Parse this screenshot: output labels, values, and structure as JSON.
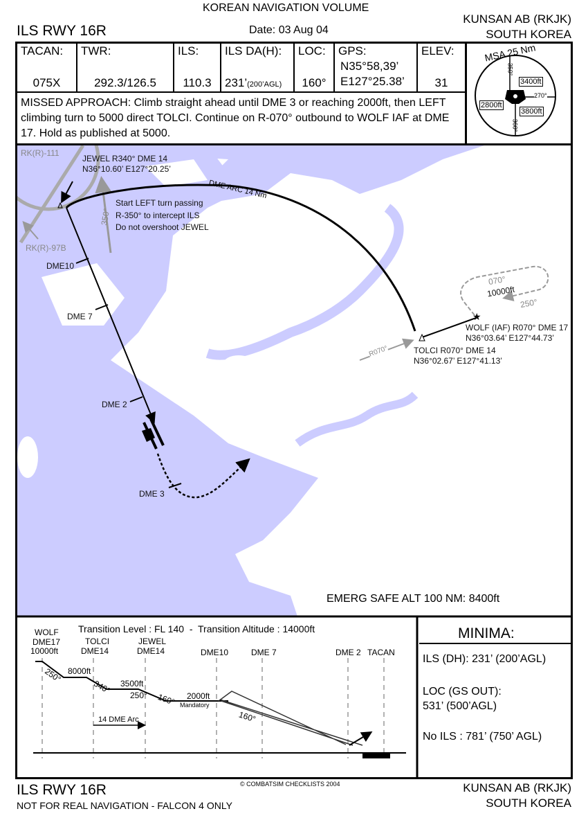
{
  "header": {
    "volume": "KOREAN NAVIGATION VOLUME",
    "procedure": "ILS RWY 16R",
    "date": "Date: 03 Aug 04",
    "airport": "KUNSAN AB (RKJK)",
    "country": "SOUTH KOREA"
  },
  "info": {
    "tacan": {
      "label": "TACAN:",
      "value": "075X"
    },
    "twr": {
      "label": "TWR:",
      "value": "292.3/126.5"
    },
    "ils": {
      "label": "ILS:",
      "value": "110.3"
    },
    "ils_da": {
      "label": "ILS DA(H):",
      "value": "231’",
      "sub": "(200’AGL)"
    },
    "loc": {
      "label": "LOC:",
      "value": "160°"
    },
    "gps": {
      "label": "GPS:",
      "lat": "N35°58,39’",
      "lon": "E127°25.38’"
    },
    "elev": {
      "label": "ELEV:",
      "value": "31"
    }
  },
  "missed_approach": "MISSED APPROACH: Climb straight ahead until DME 3 or reaching 2000ft, then LEFT climbing turn to 5000 direct TOLCI. Continue on R-070° outbound to WOLF IAF at DME 17. Hold as published at 5000.",
  "msa": {
    "title": "MSA 25 Nm",
    "r350": "350°",
    "r270": "270°",
    "r360": "360°",
    "alt_ne": "3400ft",
    "alt_w": "2800ft",
    "alt_se": "3800ft"
  },
  "map": {
    "rk111": "RK(R)-111",
    "rk97b": "RK(R)-97B",
    "jewel_1": "JEWEL R340° DME 14",
    "jewel_2": "N36°10.60’ E127°20.25’",
    "note_1": "Start LEFT turn passing",
    "note_2": "R-350° to intercept ILS",
    "note_3": "Do not overshoot JEWEL",
    "r350": "350°",
    "arc": "DME ARC 14 Nm",
    "dme10": "DME10",
    "dme7": "DME 7",
    "dme2": "DME 2",
    "dme3": "DME 3",
    "hold_out": "070°",
    "hold_alt": "10000ft",
    "hold_in": "250°",
    "wolf_1": "WOLF (IAF) R070° DME 17",
    "wolf_2": "N36°03.64’ E127°44.73’",
    "tolci_1": "TOLCI R070° DME 14",
    "tolci_2": "N36°02.67’ E127°41.13’",
    "r070": "R070°",
    "emerg": "EMERG SAFE ALT 100 NM: 8400ft"
  },
  "profile": {
    "transition": "Transition Level : FL 140  -  Transition Altitude : 14000ft",
    "wolf": [
      "WOLF",
      "DME17",
      "10000ft"
    ],
    "tolci": [
      "TOLCI",
      "DME14"
    ],
    "jewel": [
      "JEWEL",
      "DME14"
    ],
    "dme10": "DME10",
    "dme7": "DME 7",
    "dme2": "DME 2",
    "tacan": "TACAN",
    "alt8000": "8000ft",
    "alt3500": "3500ft",
    "alt2000": "2000ft",
    "mandatory": "Mandatory",
    "hdg250a": "250°",
    "hdg340": "340°",
    "hdg250b": "250°",
    "hdg160a": "160°",
    "hdg160b": "160°",
    "arc": "14 DME Arc"
  },
  "minima": {
    "title": "MINIMA:",
    "ils": "ILS (DH): 231’ (200’AGL)",
    "loc_1": "LOC (GS OUT):",
    "loc_2": "531’ (500’AGL)",
    "no_ils": "No ILS : 781’ (750’ AGL)"
  },
  "footer": {
    "procedure": "ILS RWY 16R",
    "disclaimer": "NOT FOR REAL NAVIGATION - FALCON 4 ONLY",
    "copyright": "© COMBATSIM CHECKLISTS 2004",
    "airport": "KUNSAN AB (RKJK)",
    "country": "SOUTH KOREA"
  },
  "colors": {
    "water": "#ccccff",
    "ink": "#000000",
    "gray": "#999999"
  }
}
